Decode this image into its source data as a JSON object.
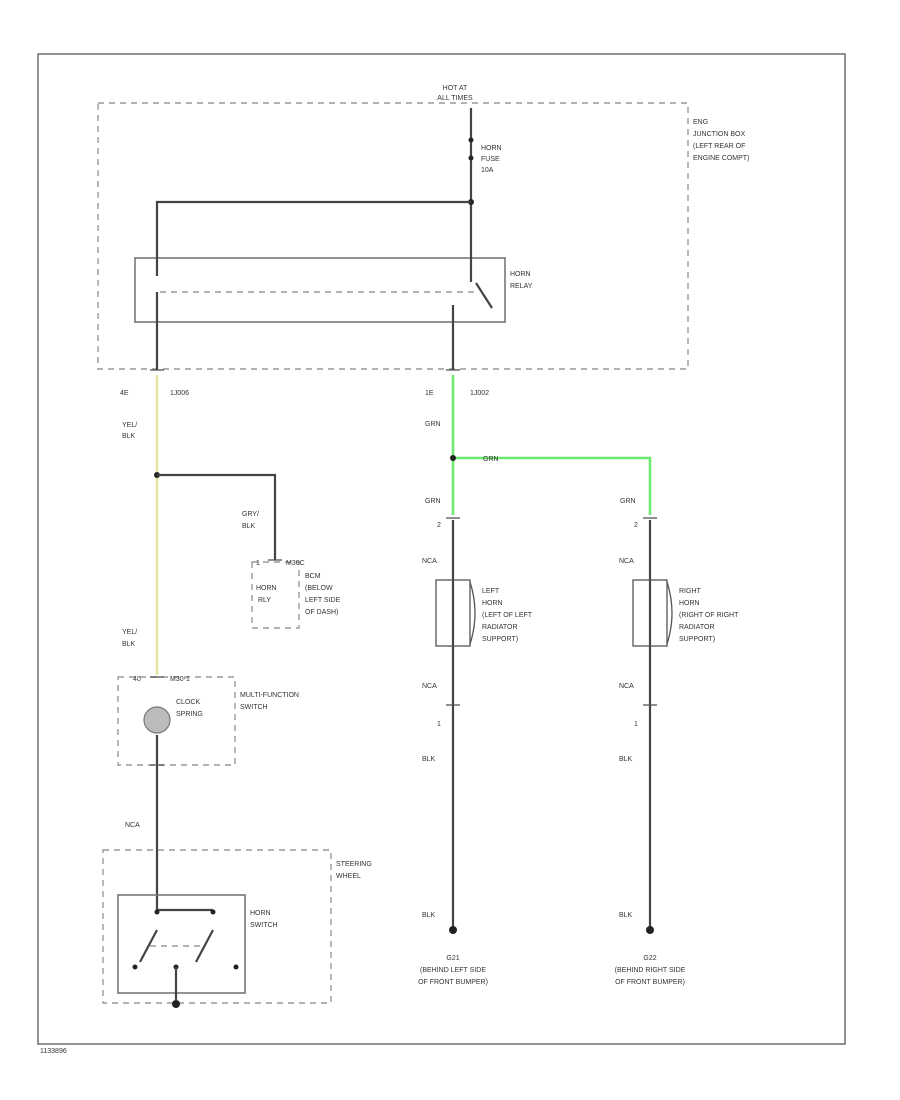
{
  "colors": {
    "wire": "#444444",
    "wire_grn": "#6ee86e",
    "wire_yel": "#e6e6a0",
    "frame": "#777777",
    "dashed_box": "#999999"
  },
  "labels": {
    "hot_at": "HOT AT",
    "all_times": "ALL TIMES",
    "junction_box": [
      "ENG",
      "JUNCTION BOX",
      "(LEFT REAR OF",
      "ENGINE COMPT)"
    ],
    "fuse": [
      "HORN",
      "FUSE",
      "10A"
    ],
    "relay": [
      "HORN",
      "RELAY"
    ],
    "pin_left": "4E",
    "conn_left": "1J006",
    "pin_right": "1E",
    "conn_right": "1J002",
    "yel_blk_top": [
      "YEL/",
      "BLK"
    ],
    "gry_blk": [
      "GRY/",
      "BLK"
    ],
    "horn_rly_pin": "1",
    "horn_rly_conn": "M30C",
    "horn_rly": [
      "HORN",
      "RLY"
    ],
    "bcm": [
      "BCM",
      "(BELOW",
      "LEFT SIDE",
      "OF DASH)"
    ],
    "yel_blk_bottom": [
      "YEL/",
      "BLK"
    ],
    "clock_pin": "40",
    "clock_conn": "M30-1",
    "clock_spring": [
      "CLOCK",
      "SPRING"
    ],
    "multifunction": [
      "MULTI-FUNCTION",
      "SWITCH"
    ],
    "nca_left": "NCA",
    "steering_wheel": [
      "STEERING",
      "WHEEL"
    ],
    "horn_switch": [
      "HORN",
      "SWITCH"
    ],
    "grn_top": "GRN",
    "grn_splice": "GRN",
    "grn_left": "GRN",
    "grn_right": "GRN",
    "pin2_left": "2",
    "pin2_right": "2",
    "nca_left_horn_top": "NCA",
    "nca_right_horn_top": "NCA",
    "left_horn": [
      "LEFT",
      "HORN",
      "(LEFT OF LEFT",
      "RADIATOR",
      "SUPPORT)"
    ],
    "right_horn": [
      "RIGHT",
      "HORN",
      "(RIGHT OF RIGHT",
      "RADIATOR",
      "SUPPORT)"
    ],
    "nca_left_horn_bottom": "NCA",
    "nca_right_horn_bottom": "NCA",
    "pin1_left": "1",
    "pin1_right": "1",
    "blk_left_mid": "BLK",
    "blk_right_mid": "BLK",
    "blk_left_bottom": "BLK",
    "blk_right_bottom": "BLK",
    "ground_left": "G21",
    "ground_left_loc": [
      "(BEHIND LEFT SIDE",
      "OF FRONT BUMPER)"
    ],
    "ground_right": "G22",
    "ground_right_loc": [
      "(BEHIND RIGHT SIDE",
      "OF FRONT BUMPER)"
    ],
    "figure_id": "1133896"
  }
}
